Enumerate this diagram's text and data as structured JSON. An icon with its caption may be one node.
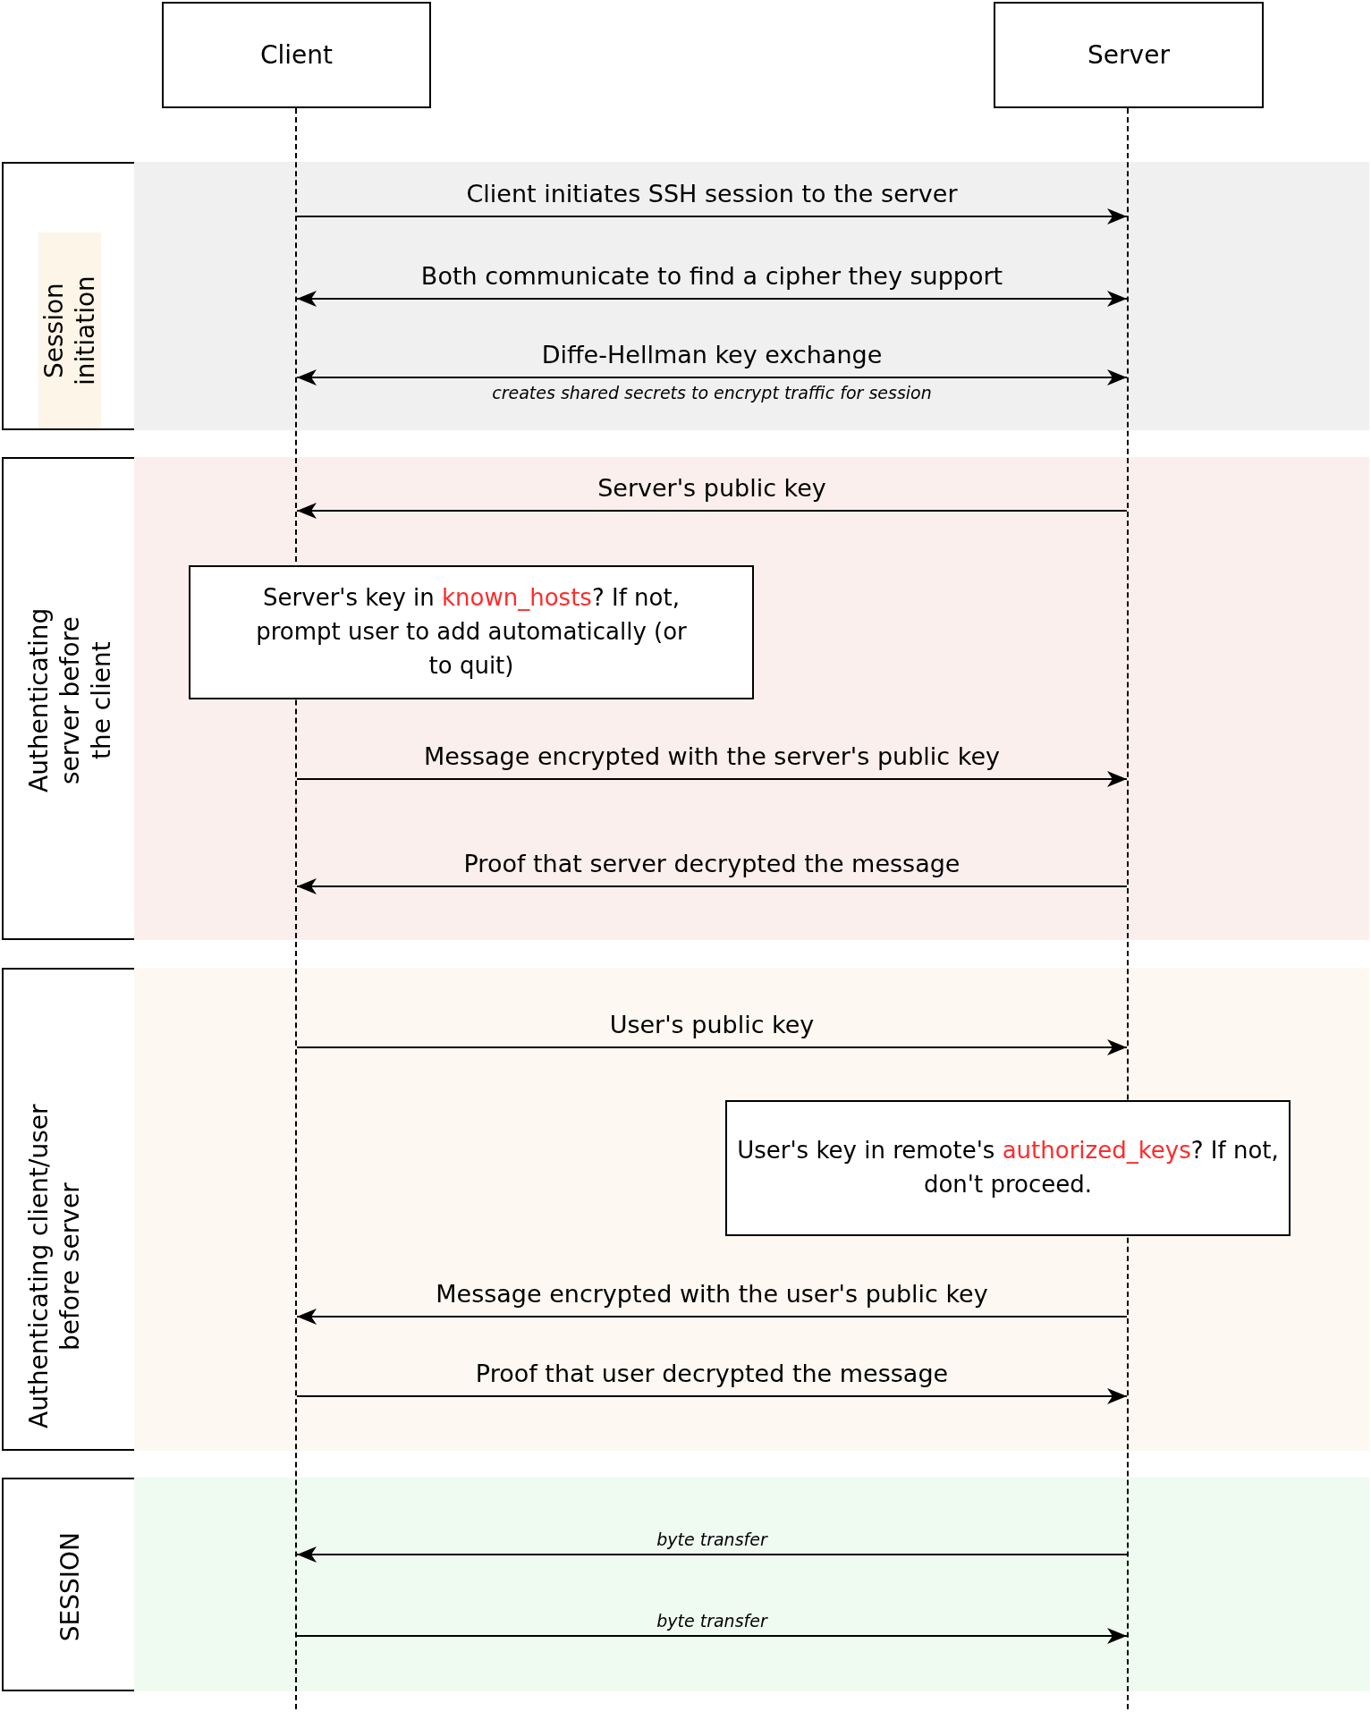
{
  "diagram": {
    "nodes": [
      {
        "text": [
          "Client"
        ]
      },
      {
        "text": [
          "Server"
        ]
      },
      {
        "text": [],
        "shape": "bar"
      },
      {
        "text": [],
        "shape": "bar"
      },
      {
        "text": [
          "Session initiation"
        ]
      },
      {
        "text": [
          "Authenticating server before the client"
        ]
      },
      {
        "text": [
          "Server's key in *known_hosts*? If not, prompt user to add automatically (or to quit)"
        ]
      },
      {
        "text": [
          "Authenticating client/user before server"
        ]
      },
      {
        "text": [
          "User's key in remote's *authorized_keys*? If not, don't proceed."
        ]
      },
      {
        "text": [
          "SESSION"
        ]
      }
    ],
    "edges": [
      {
        "from": 2,
        "to": 3,
        "arrow": "to",
        "label": "Client initiates SSH session to the server"
      },
      {
        "from": 2,
        "to": 3,
        "arrow": "both",
        "label": "Both communicate to find a cipher they support"
      },
      {
        "from": 2,
        "to": 3,
        "arrow": "both",
        "label": "Diffe-Hellman key exchange"
      },
      {
        "from": 3,
        "to": 2,
        "arrow": "to",
        "label": "Server's public key"
      },
      {
        "from": 2,
        "to": 3,
        "arrow": "to",
        "label": "Message encrypted with the server's public key"
      },
      {
        "from": 3,
        "to": 2,
        "arrow": "to",
        "label": "Proof that server decrypted the message"
      },
      {
        "from": 2,
        "to": 3,
        "arrow": "to",
        "label": "User's public key"
      },
      {
        "from": 3,
        "to": 2,
        "arrow": "to",
        "label": "Message encrypted with the user's public key"
      },
      {
        "from": 2,
        "to": 3,
        "arrow": "to",
        "label": "Proof that user decrypted the message"
      },
      {
        "from": 3,
        "to": 2,
        "arrow": "to",
        "label": "byte transfer"
      },
      {
        "from": 2,
        "to": 3,
        "arrow": "to",
        "label": "byte transfer"
      }
    ],
    "labels": [
      "creates shared secrets to encrypt traffic for session"
    ]
  }
}
